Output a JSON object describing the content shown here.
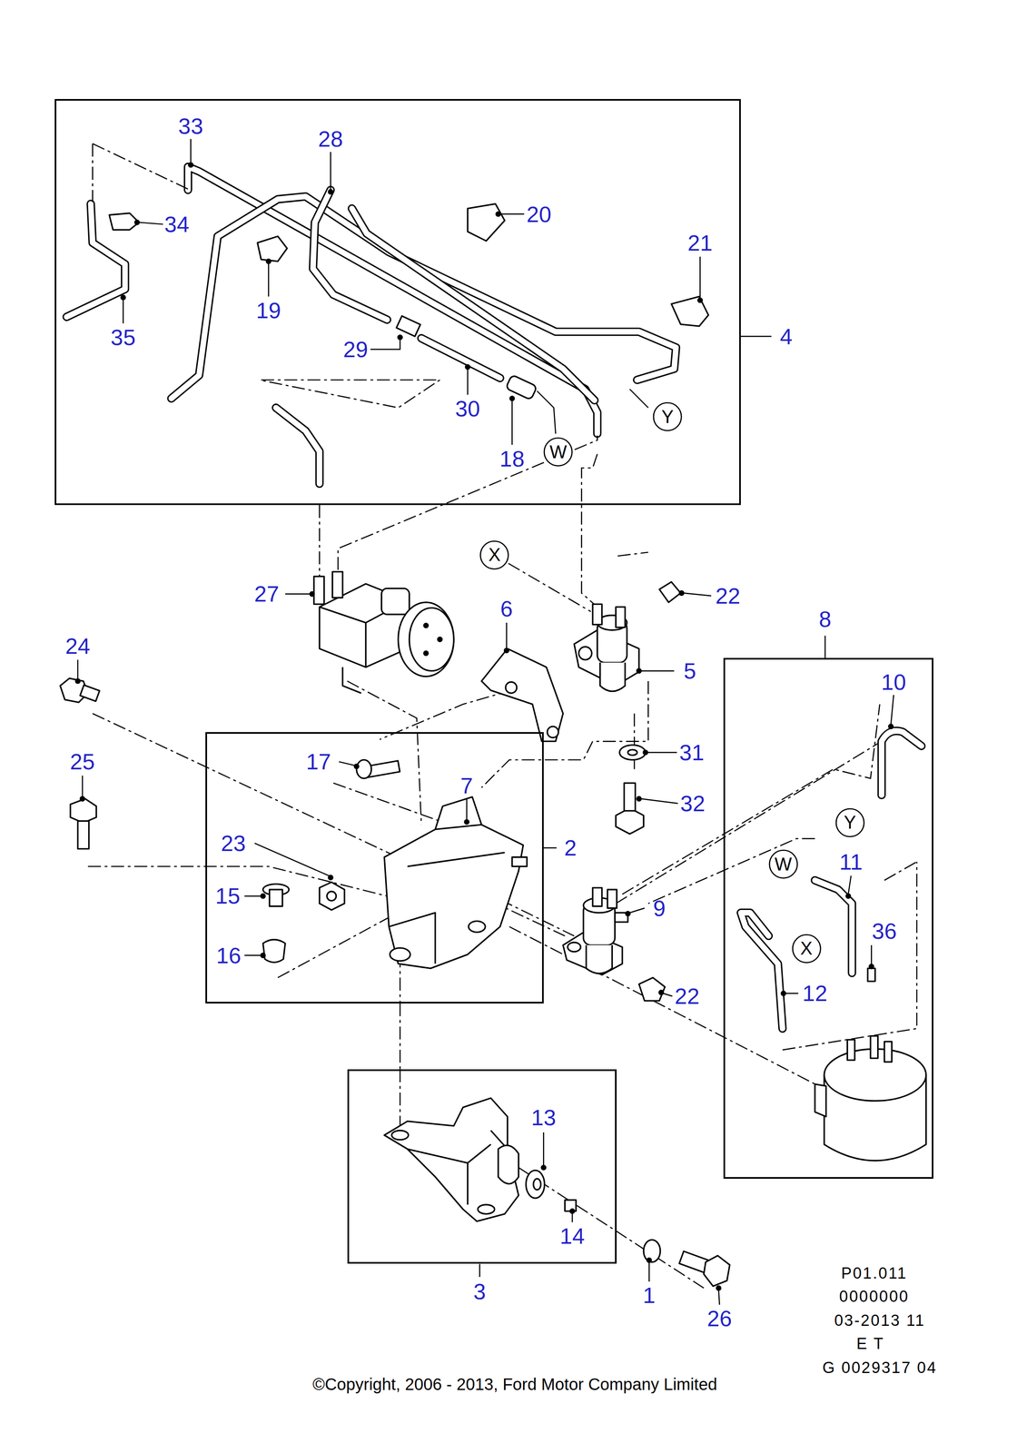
{
  "diagram": {
    "caption": "©Copyright, 2006 - 2013, Ford Motor Company Limited",
    "nodes": [
      {
        "text": [
          "4"
        ]
      },
      {
        "text": [
          "Y"
        ],
        "in": 0
      },
      {
        "text": [
          "W"
        ],
        "in": 0
      },
      {
        "text": [
          "X"
        ]
      },
      {
        "text": [
          "8"
        ]
      },
      {
        "text": [
          "2"
        ]
      },
      {
        "text": [
          "Y"
        ],
        "in": 4
      },
      {
        "text": [
          "W"
        ],
        "in": 4
      },
      {
        "text": [
          "X"
        ],
        "in": 4
      },
      {
        "text": [
          "3"
        ]
      }
    ],
    "edges": [
      {
        "from": 5,
        "to": 9,
        "arrow": "none"
      }
    ],
    "labels": [
      "33",
      "28",
      "20",
      "34",
      "21",
      "19",
      "35",
      "29",
      "30",
      "18",
      "24",
      "25",
      "27",
      "22",
      "6",
      "5",
      "10",
      "17",
      "31",
      "7",
      "32",
      "23",
      "15",
      "16",
      "9",
      "11",
      "36",
      "22",
      "12",
      "13",
      "14",
      "1",
      "26",
      "P01.011",
      "0000000",
      "03-2013 11",
      "E T",
      "G 0029317 04"
    ]
  }
}
